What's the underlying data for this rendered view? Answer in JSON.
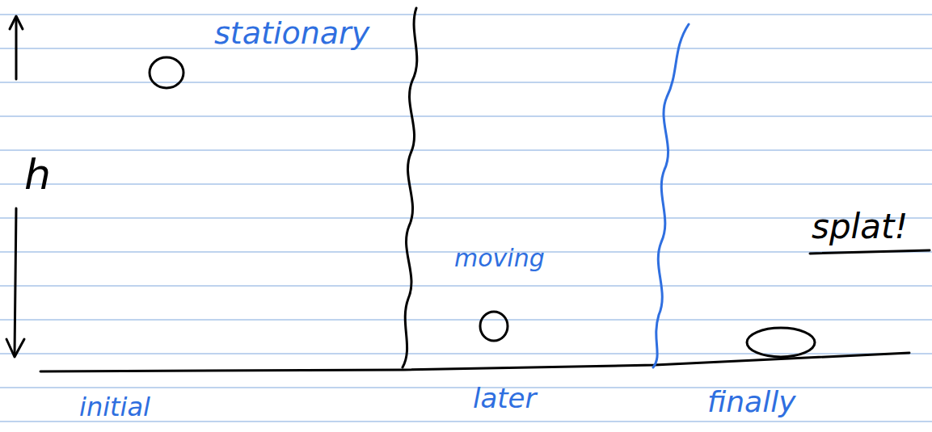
{
  "diagram": {
    "labels": [
      "stationary",
      "h",
      "moving",
      "splat!",
      "initial",
      "later",
      "finally"
    ]
  }
}
